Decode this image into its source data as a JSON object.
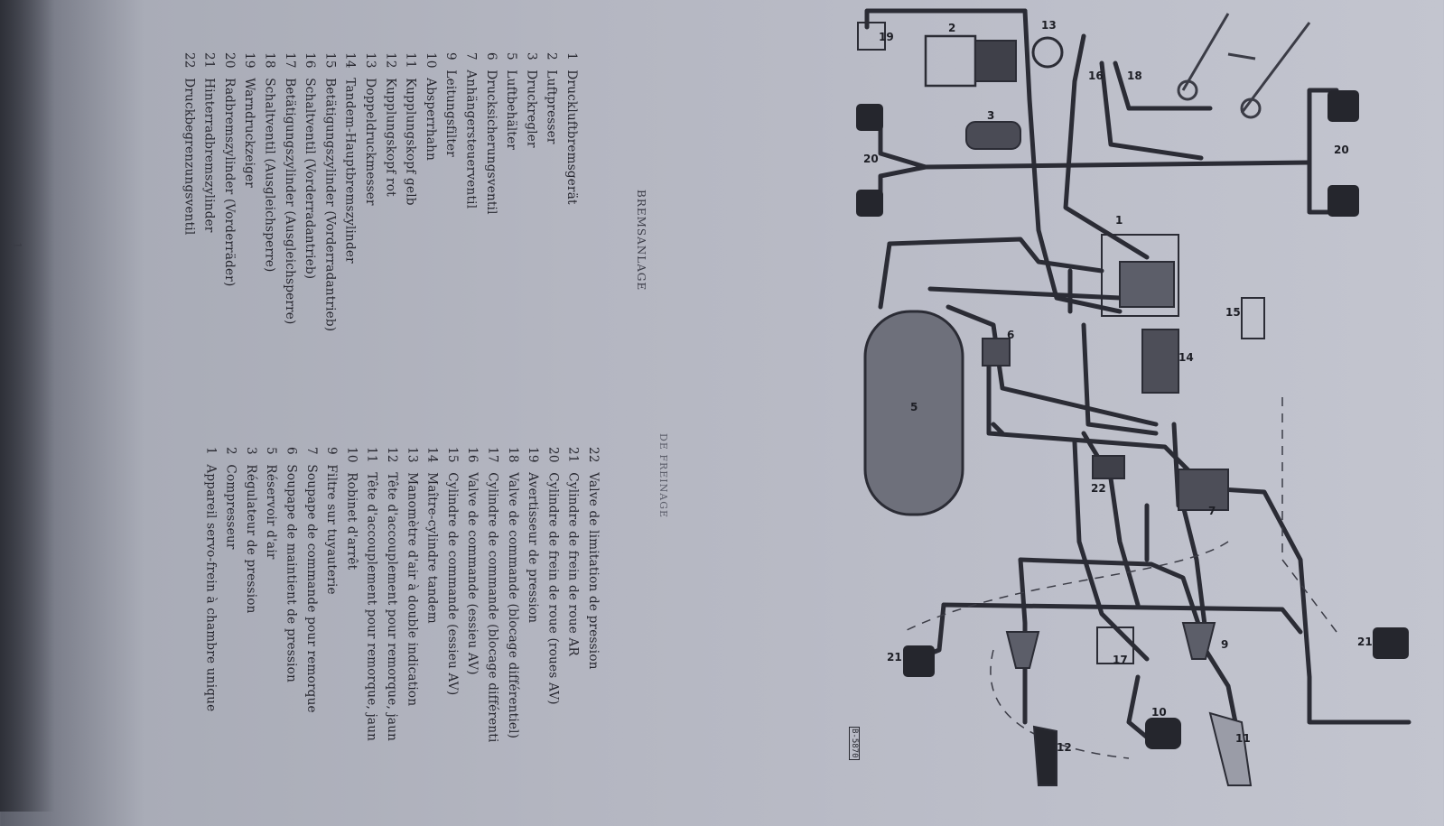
{
  "document": {
    "page_mark": "1",
    "doc_code": "B-5870"
  },
  "titles": {
    "german": "BREMSANLAGE",
    "french": "DE FREINAGE"
  },
  "legend_german": [
    {
      "num": "1",
      "text": "Druckluftbremsgerät"
    },
    {
      "num": "2",
      "text": "Luftpresser"
    },
    {
      "num": "3",
      "text": "Druckregler"
    },
    {
      "num": "5",
      "text": "Luftbehälter"
    },
    {
      "num": "6",
      "text": "Drucksicherungsventil"
    },
    {
      "num": "7",
      "text": "Anhängersteuerventil"
    },
    {
      "num": "9",
      "text": "Leitungsfilter"
    },
    {
      "num": "10",
      "text": "Absperrhahn"
    },
    {
      "num": "11",
      "text": "Kupplungskopf gelb"
    },
    {
      "num": "12",
      "text": "Kupplungskopf rot"
    },
    {
      "num": "13",
      "text": "Doppeldruckmesser"
    },
    {
      "num": "14",
      "text": "Tandem-Hauptbremszylinder"
    },
    {
      "num": "15",
      "text": "Betätigungszylinder (Vorderradantrieb)"
    },
    {
      "num": "16",
      "text": "Schaltventil (Vorderradantrieb)"
    },
    {
      "num": "17",
      "text": "Betätigungszylinder (Ausgleichsperre)"
    },
    {
      "num": "18",
      "text": "Schaltventil (Ausgleichsperre)"
    },
    {
      "num": "19",
      "text": "Warndruckzeiger"
    },
    {
      "num": "20",
      "text": "Radbremszylinder (Vorderräder)"
    },
    {
      "num": "21",
      "text": "Hinterradbremszylinder"
    },
    {
      "num": "22",
      "text": "Druckbegrenzungsventil"
    }
  ],
  "legend_french": [
    {
      "num": "1",
      "text": "Appareil servo-frein à chambre unique"
    },
    {
      "num": "2",
      "text": "Compresseur"
    },
    {
      "num": "3",
      "text": "Régulateur de pression"
    },
    {
      "num": "5",
      "text": "Réservoir d'air"
    },
    {
      "num": "6",
      "text": "Soupape de maintient de pression"
    },
    {
      "num": "7",
      "text": "Soupape de commande pour remorque"
    },
    {
      "num": "9",
      "text": "Filtre sur tuyauterie"
    },
    {
      "num": "10",
      "text": "Robinet d'arrêt"
    },
    {
      "num": "11",
      "text": "Tête d'accouplement pour remorque, jaun"
    },
    {
      "num": "12",
      "text": "Tête d'accouplement pour remorque, jaun"
    },
    {
      "num": "13",
      "text": "Manomètre d'air à double indication"
    },
    {
      "num": "14",
      "text": "Maître-cylindre tandem"
    },
    {
      "num": "15",
      "text": "Cylindre de commande (essieu AV)"
    },
    {
      "num": "16",
      "text": "Valve de commande (essieu AV)"
    },
    {
      "num": "17",
      "text": "Cylindre de commande (blocage différenti"
    },
    {
      "num": "18",
      "text": "Valve de commande (blocage différentiel)"
    },
    {
      "num": "19",
      "text": "Avertisseur de pression"
    },
    {
      "num": "20",
      "text": "Cylindre de frein de roue (roues AV)"
    },
    {
      "num": "21",
      "text": "Cylindre de frein de roue AR"
    },
    {
      "num": "22",
      "text": "Valve de limitation de pression"
    }
  ],
  "diagram_labels": {
    "l1": "1",
    "l2": "2",
    "l3": "3",
    "l5": "5",
    "l6": "6",
    "l7": "7",
    "l9": "9",
    "l10": "10",
    "l11": "11",
    "l12": "12",
    "l13": "13",
    "l14": "14",
    "l15": "15",
    "l16": "16",
    "l17": "17",
    "l18": "18",
    "l19": "19",
    "l20a": "20",
    "l20b": "20",
    "l21a": "21",
    "l21b": "21",
    "l22": "22"
  },
  "colors": {
    "paper": "#b4b6c1",
    "ink": "#26262e",
    "pipe": "#2b2c35"
  }
}
